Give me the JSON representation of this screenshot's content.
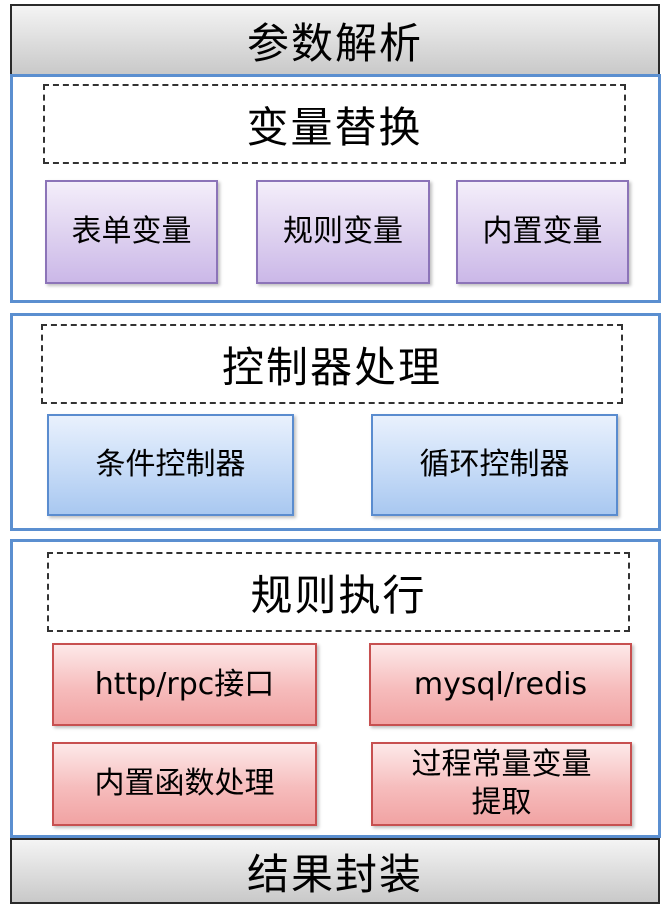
{
  "top_bar": {
    "label": "参数解析"
  },
  "bottom_bar": {
    "label": "结果封装"
  },
  "sections": [
    {
      "title": "变量替换",
      "items": [
        "表单变量",
        "规则变量",
        "内置变量"
      ]
    },
    {
      "title": "控制器处理",
      "items": [
        "条件控制器",
        "循环控制器"
      ]
    },
    {
      "title": "规则执行",
      "items": [
        "http/rpc接口",
        "mysql/redis",
        "内置函数处理",
        "过程常量变量",
        "提取"
      ]
    }
  ],
  "colors": {
    "section_border": "#5b8fd0",
    "purple": "#ddd0ef",
    "blue": "#c6dbf7",
    "red": "#f6bcbc",
    "bar": "#dcdcdc"
  }
}
